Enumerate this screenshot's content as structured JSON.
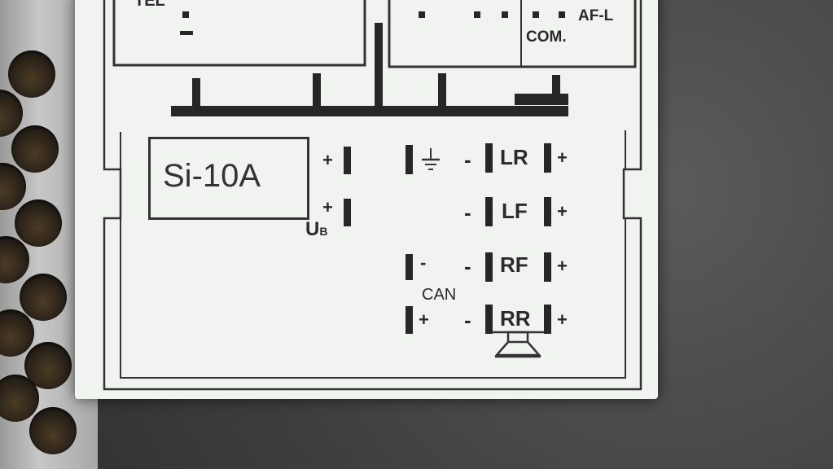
{
  "label": {
    "tel": "TEL",
    "af_l": "AF-L",
    "com": "COM.",
    "fuse": "Si-10A",
    "ub_main": "U",
    "ub_sub": "B",
    "can": "CAN",
    "plus": "+",
    "minus": "-",
    "channels": [
      "LR",
      "LF",
      "RF",
      "RR"
    ]
  },
  "colors": {
    "label_bg": "#f1f3f1",
    "ink": "#2a2a2a"
  },
  "icons": [
    "ground-icon",
    "speaker-icon"
  ]
}
